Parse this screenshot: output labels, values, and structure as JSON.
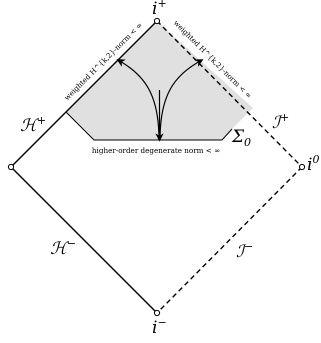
{
  "labels": {
    "i_plus": {
      "base": "i",
      "sup": "+"
    },
    "i_minus": {
      "base": "i",
      "sup": "−"
    },
    "i_zero": {
      "base": "i",
      "sup": "0"
    },
    "horizon_future": {
      "base": "ℋ",
      "sup": "+"
    },
    "horizon_past": {
      "base": "ℋ",
      "sup": "−"
    },
    "scri_future": {
      "base": "ℐ",
      "sup": "+"
    },
    "scri_past": {
      "base": "ℐ",
      "sup": "−"
    },
    "sigma": {
      "base": "Σ",
      "sub": "0"
    }
  },
  "annotations": {
    "weighted_left": "weighted H^{k,2}-norm < ∞",
    "weighted_right": "weighted H^{k,2}-norm < ∞",
    "bottom": "higher-order degenerate norm < ∞"
  },
  "colors": {
    "region_fill": "#e0e0e0",
    "line": "#000000"
  }
}
